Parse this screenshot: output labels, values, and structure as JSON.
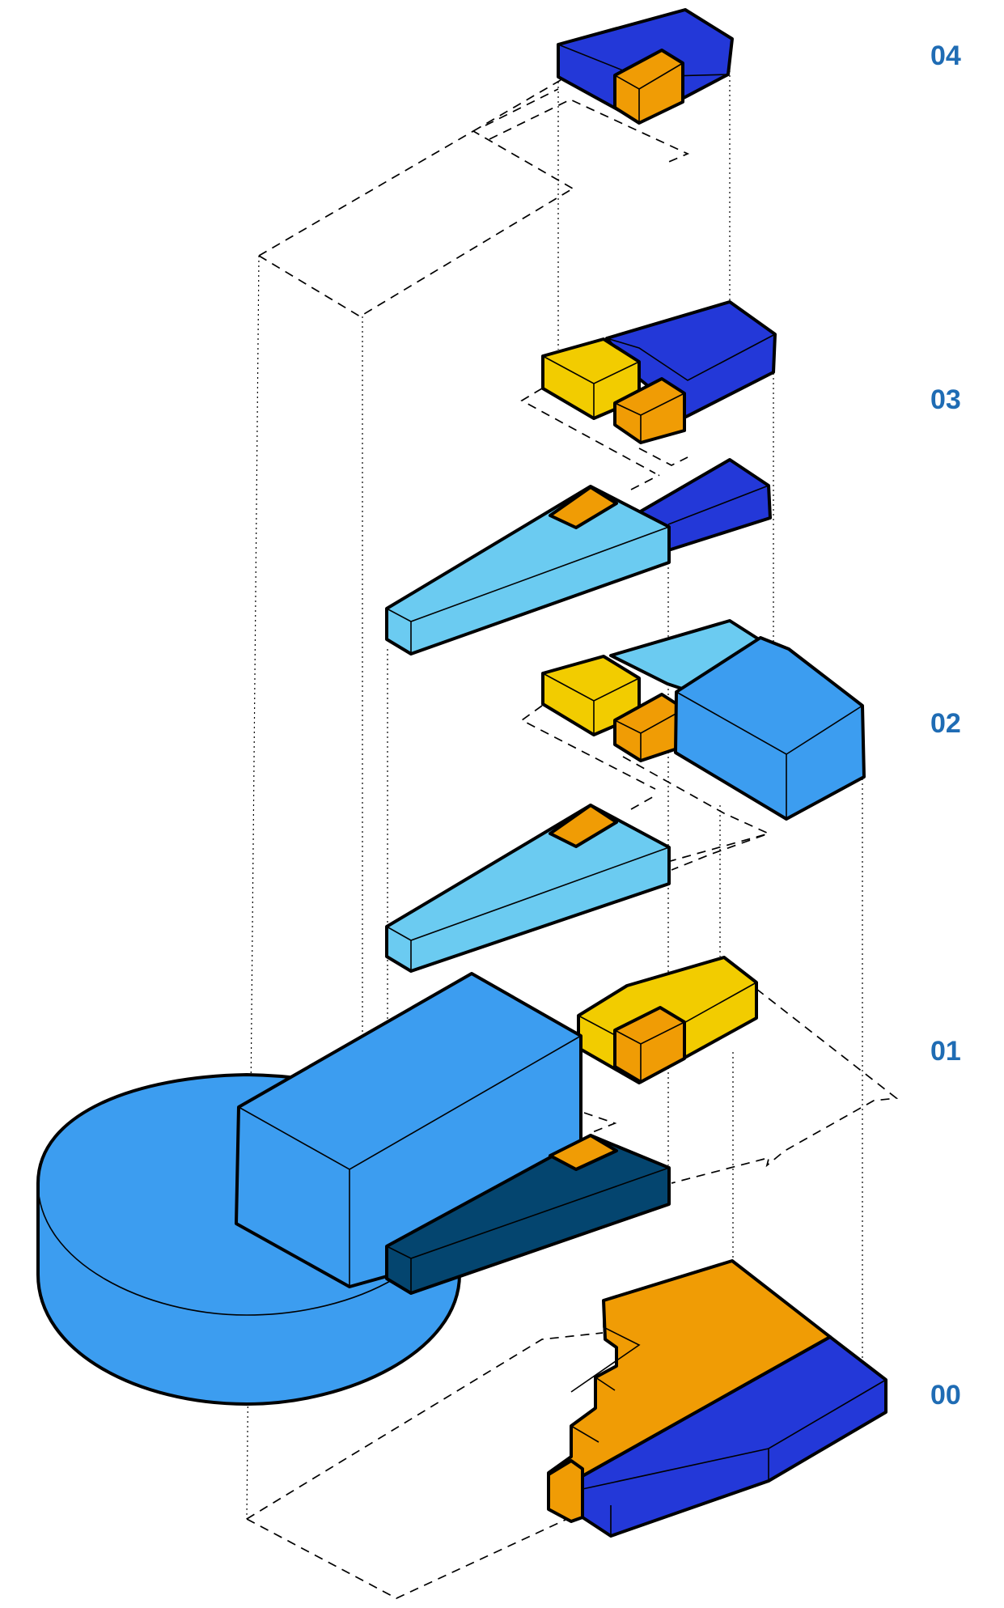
{
  "levels": [
    "04",
    "03",
    "02",
    "01",
    "00"
  ],
  "colors": {
    "dark_blue": "#2338d8",
    "mid_blue": "#3c9df0",
    "light_blue": "#6bcbf1",
    "navy": "#04456f",
    "orange": "#f09c05",
    "yellow": "#f2cc00"
  }
}
